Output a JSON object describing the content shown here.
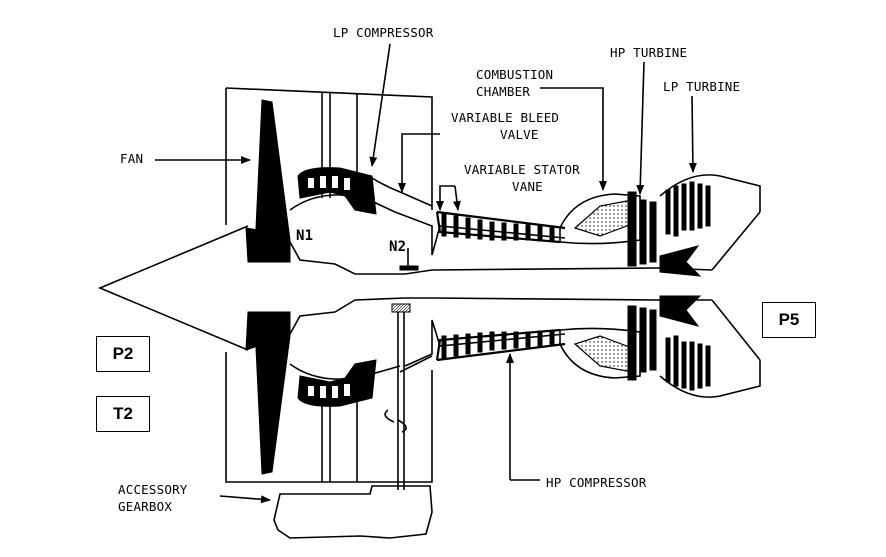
{
  "labels": {
    "lp_compressor": "LP COMPRESSOR",
    "combustion_line1": "COMBUSTION",
    "combustion_line2": "CHAMBER",
    "hp_turbine": "HP TURBINE",
    "lp_turbine": "LP TURBINE",
    "variable_bleed_line1": "VARIABLE BLEED",
    "variable_bleed_line2": "VALVE",
    "variable_stator_line1": "VARIABLE STATOR",
    "variable_stator_line2": "VANE",
    "fan": "FAN",
    "n1": "N1",
    "n2": "N2",
    "hp_compressor": "HP COMPRESSOR",
    "accessory_line1": "ACCESSORY",
    "accessory_line2": "GEARBOX"
  },
  "stations": {
    "p2": "P2",
    "t2": "T2",
    "p5": "P5"
  }
}
